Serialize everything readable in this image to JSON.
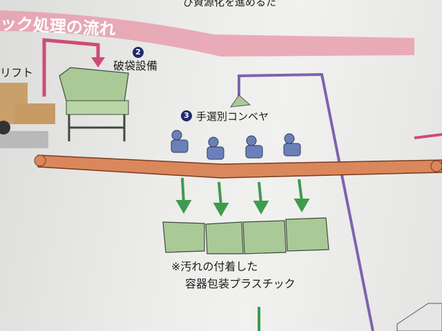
{
  "top_text": "び資源化を進めるた",
  "section_title": "ック処理の流れ",
  "labels": {
    "forklift": "リフト",
    "step2_number": "2",
    "step2_label": "破袋設備",
    "step3_number": "3",
    "step3_label": "手選別コンベヤ",
    "note_line1": "※汚れの付着した",
    "note_line2": "容器包装プラスチック"
  },
  "colors": {
    "title_band": "#e07a92",
    "arrow_pink": "#d04a78",
    "arrow_green": "#3f9a4e",
    "line_purple": "#7d63b0",
    "conveyor": "#d9875b",
    "machine_green": "#a9c997",
    "worker": "#6c80b8"
  }
}
